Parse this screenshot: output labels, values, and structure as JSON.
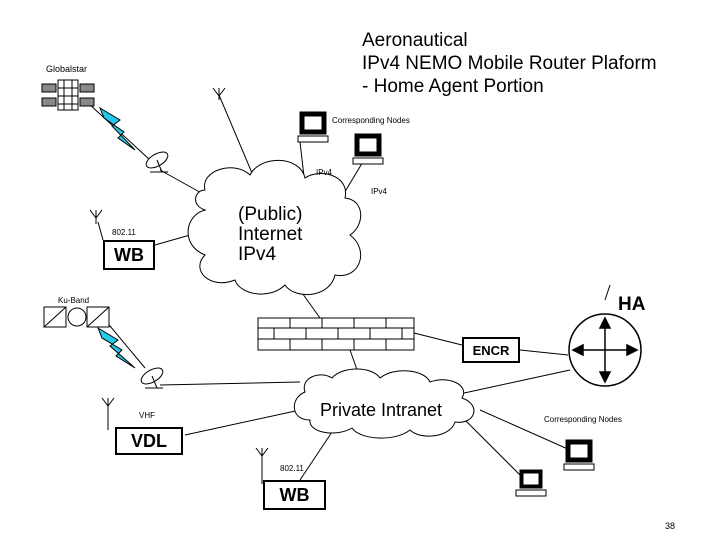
{
  "title": {
    "line1": "Aeronautical",
    "line2": "IPv4 NEMO Mobile Router Plaform",
    "line3": "- Home Agent Portion"
  },
  "labels": {
    "globalstar": "Globalstar",
    "corresponding_nodes_top": "Corresponding Nodes",
    "corresponding_nodes_bottom": "Corresponding Nodes",
    "ipv4_a": "IPv4",
    "ipv4_b": "IPv4",
    "wifi_top": "802.11",
    "ku_band": "Ku-Band",
    "vhf": "VHF",
    "wifi_bottom": "802.11",
    "ha": "HA",
    "page_number": "38"
  },
  "clouds": {
    "public_internet": "(Public)\nInternet\nIPv4",
    "private_intranet": "Private Intranet"
  },
  "boxes": {
    "wb_top": "WB",
    "encr": "ENCR",
    "vdl": "VDL",
    "wb_bottom": "WB"
  }
}
